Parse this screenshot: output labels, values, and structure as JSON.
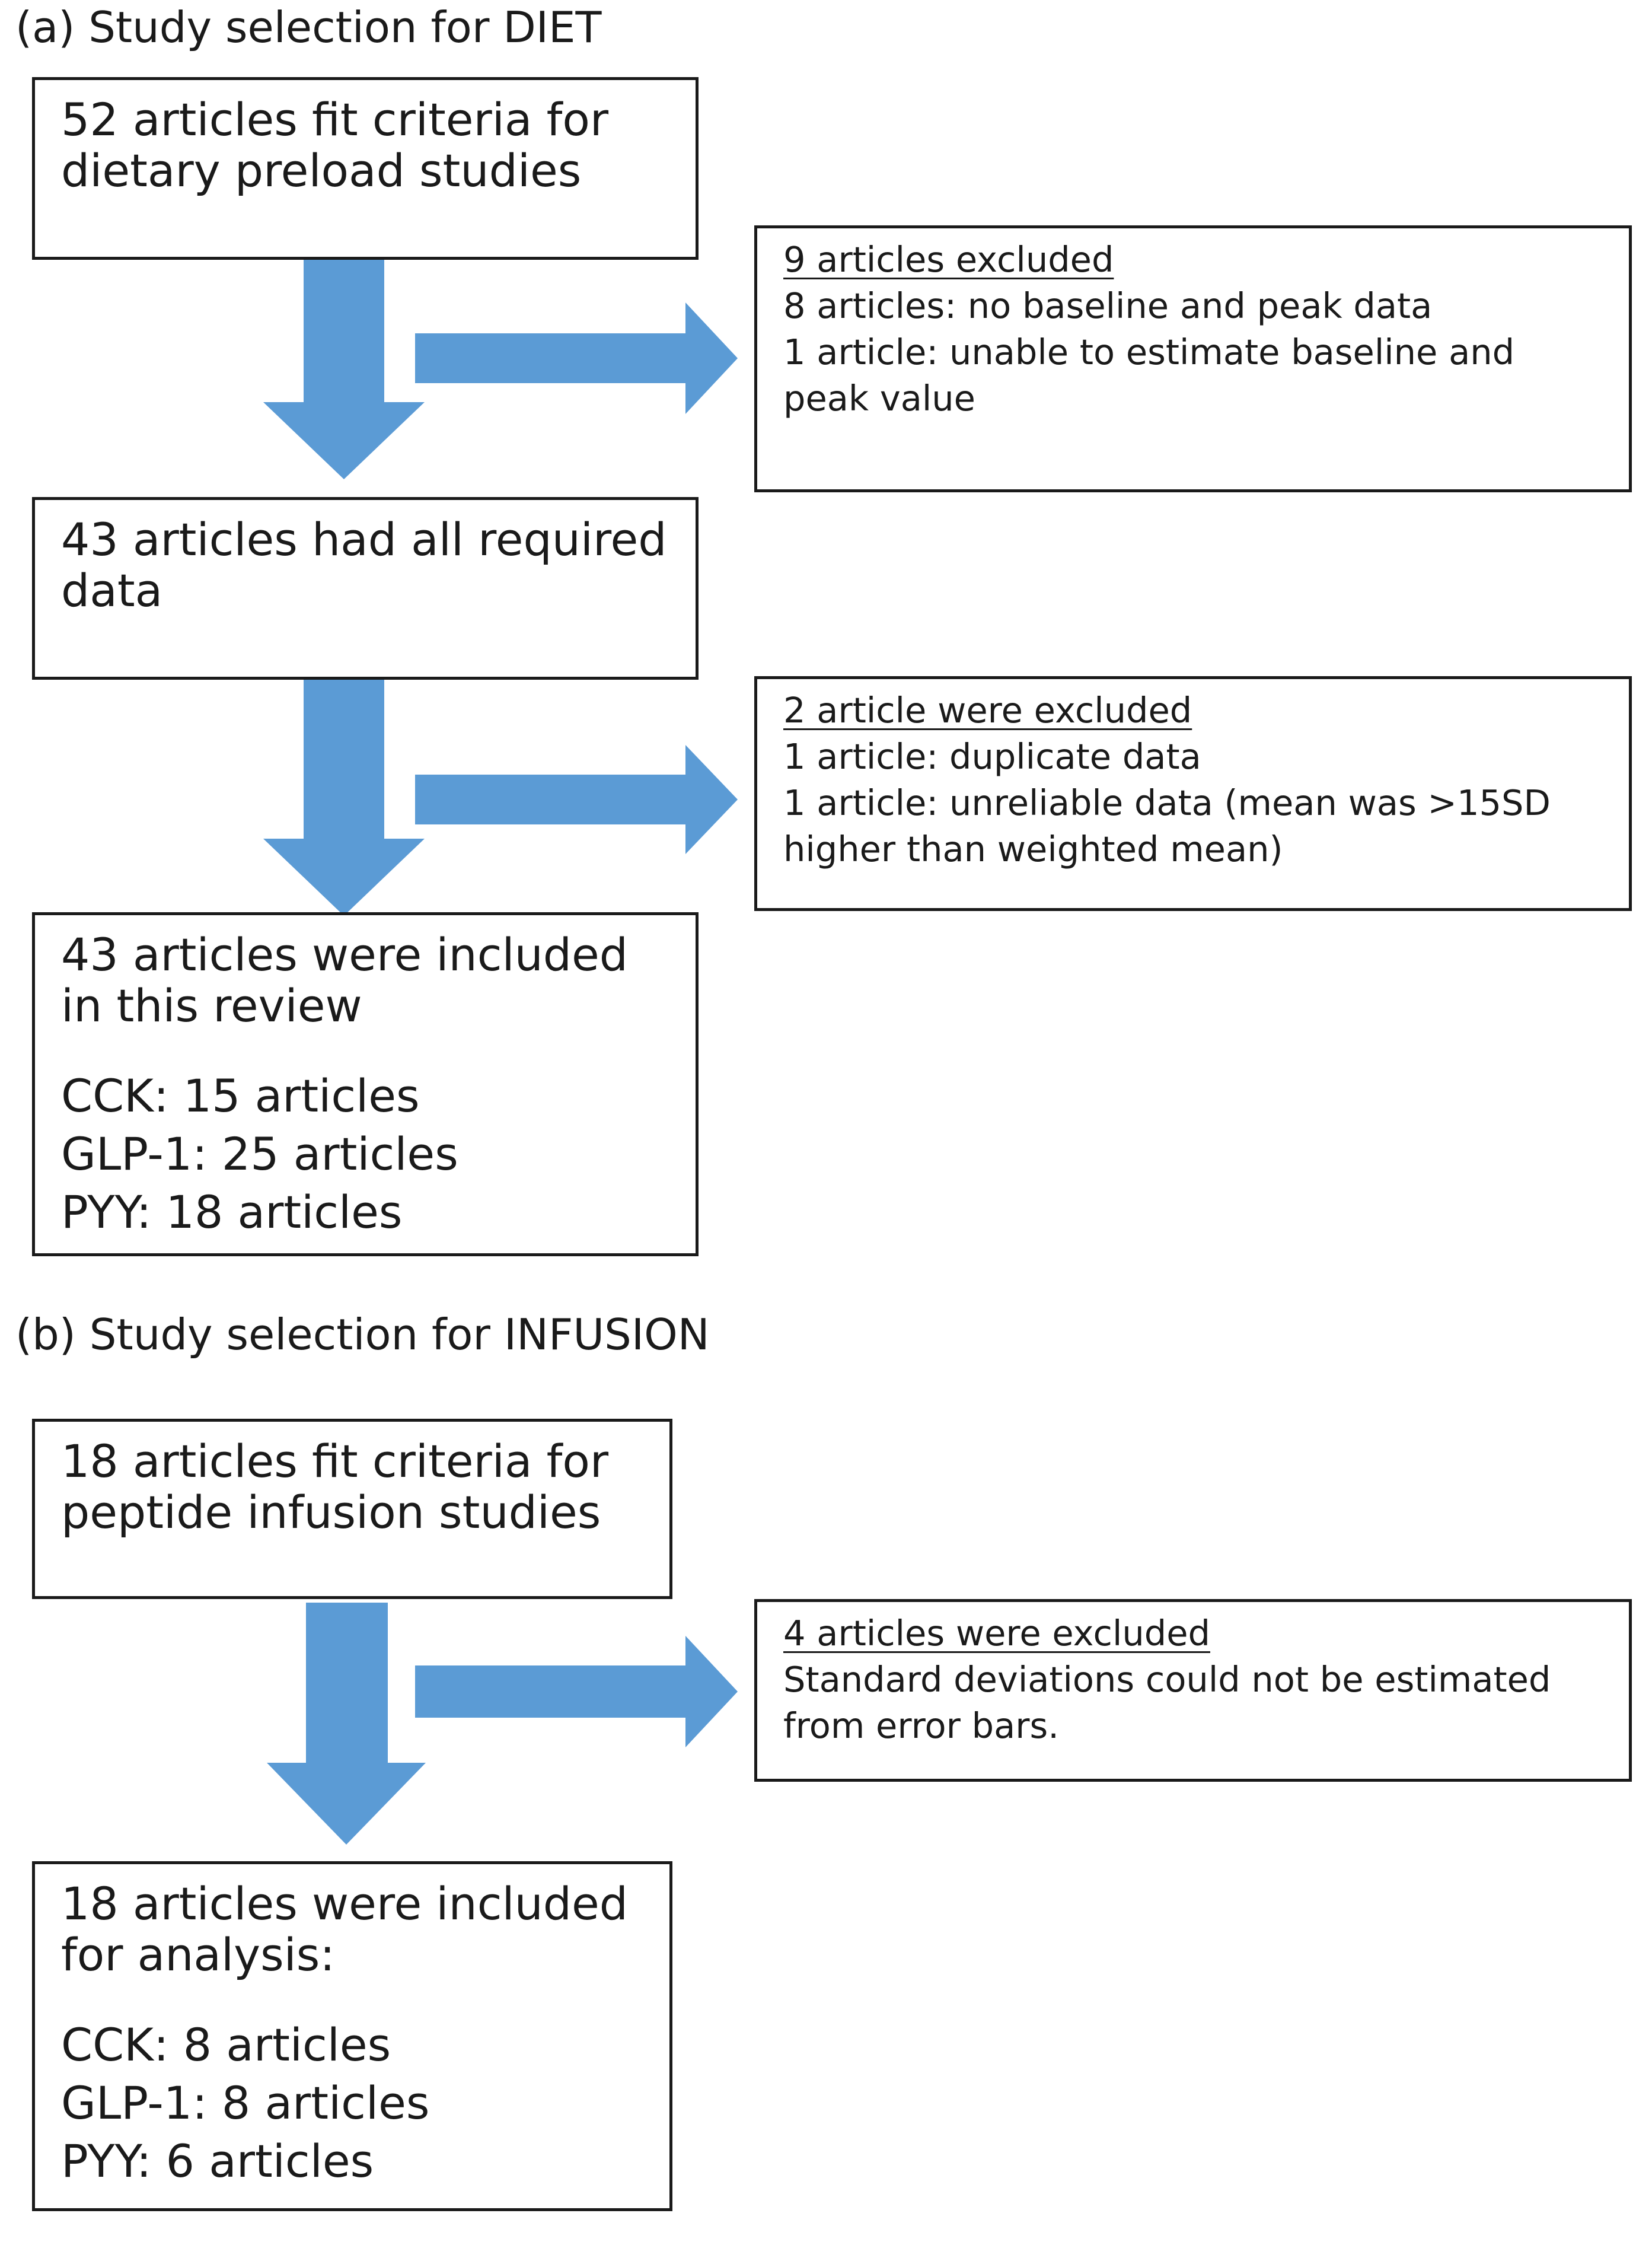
{
  "section_a": {
    "heading": "(a) Study selection for DIET",
    "box1": "52 articles fit criteria for dietary preload studies",
    "excl1": {
      "title": "9 articles excluded",
      "lines": [
        "8 articles: no baseline and peak data",
        "1 article: unable to estimate baseline and peak value"
      ]
    },
    "box2": "43 articles had all required data",
    "excl2": {
      "title": "2 article were excluded",
      "lines": [
        "1 article: duplicate data",
        "1 article: unreliable data (mean was >15SD higher than weighted mean)"
      ]
    },
    "box3": {
      "text": "43 articles were included in this review",
      "items": [
        "CCK: 15 articles",
        "GLP-1: 25 articles",
        "PYY: 18 articles"
      ]
    }
  },
  "section_b": {
    "heading": "(b) Study selection for INFUSION",
    "box1": "18 articles fit criteria for peptide infusion studies",
    "excl1": {
      "title": "4 articles were excluded",
      "lines": [
        "Standard deviations could not be estimated from error bars."
      ]
    },
    "box2": {
      "text": "18 articles were included for analysis:",
      "items": [
        "CCK: 8 articles",
        "GLP-1: 8 articles",
        "PYY: 6 articles"
      ]
    }
  },
  "colors": {
    "arrow": "#5b9bd5",
    "border": "#1a1a1a"
  }
}
